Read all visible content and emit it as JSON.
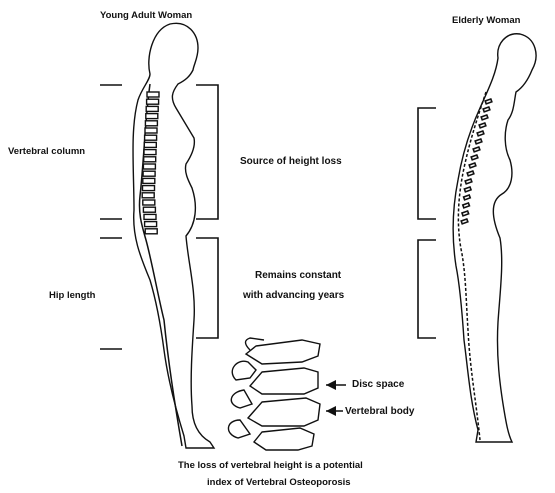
{
  "figures": {
    "young": {
      "title": "Young Adult Woman"
    },
    "elderly": {
      "title": "Elderly Woman"
    }
  },
  "labels": {
    "vertebral_column": "Vertebral column",
    "hip_length": "Hip length",
    "source_height_loss": "Source of height loss",
    "remains_constant_1": "Remains constant",
    "remains_constant_2": "with advancing years",
    "disc_space": "Disc space",
    "vertebral_body": "Vertebral body"
  },
  "caption": {
    "line1": "The loss of vertebral height is a potential",
    "line2": "index of Vertebral Osteoporosis"
  }
}
